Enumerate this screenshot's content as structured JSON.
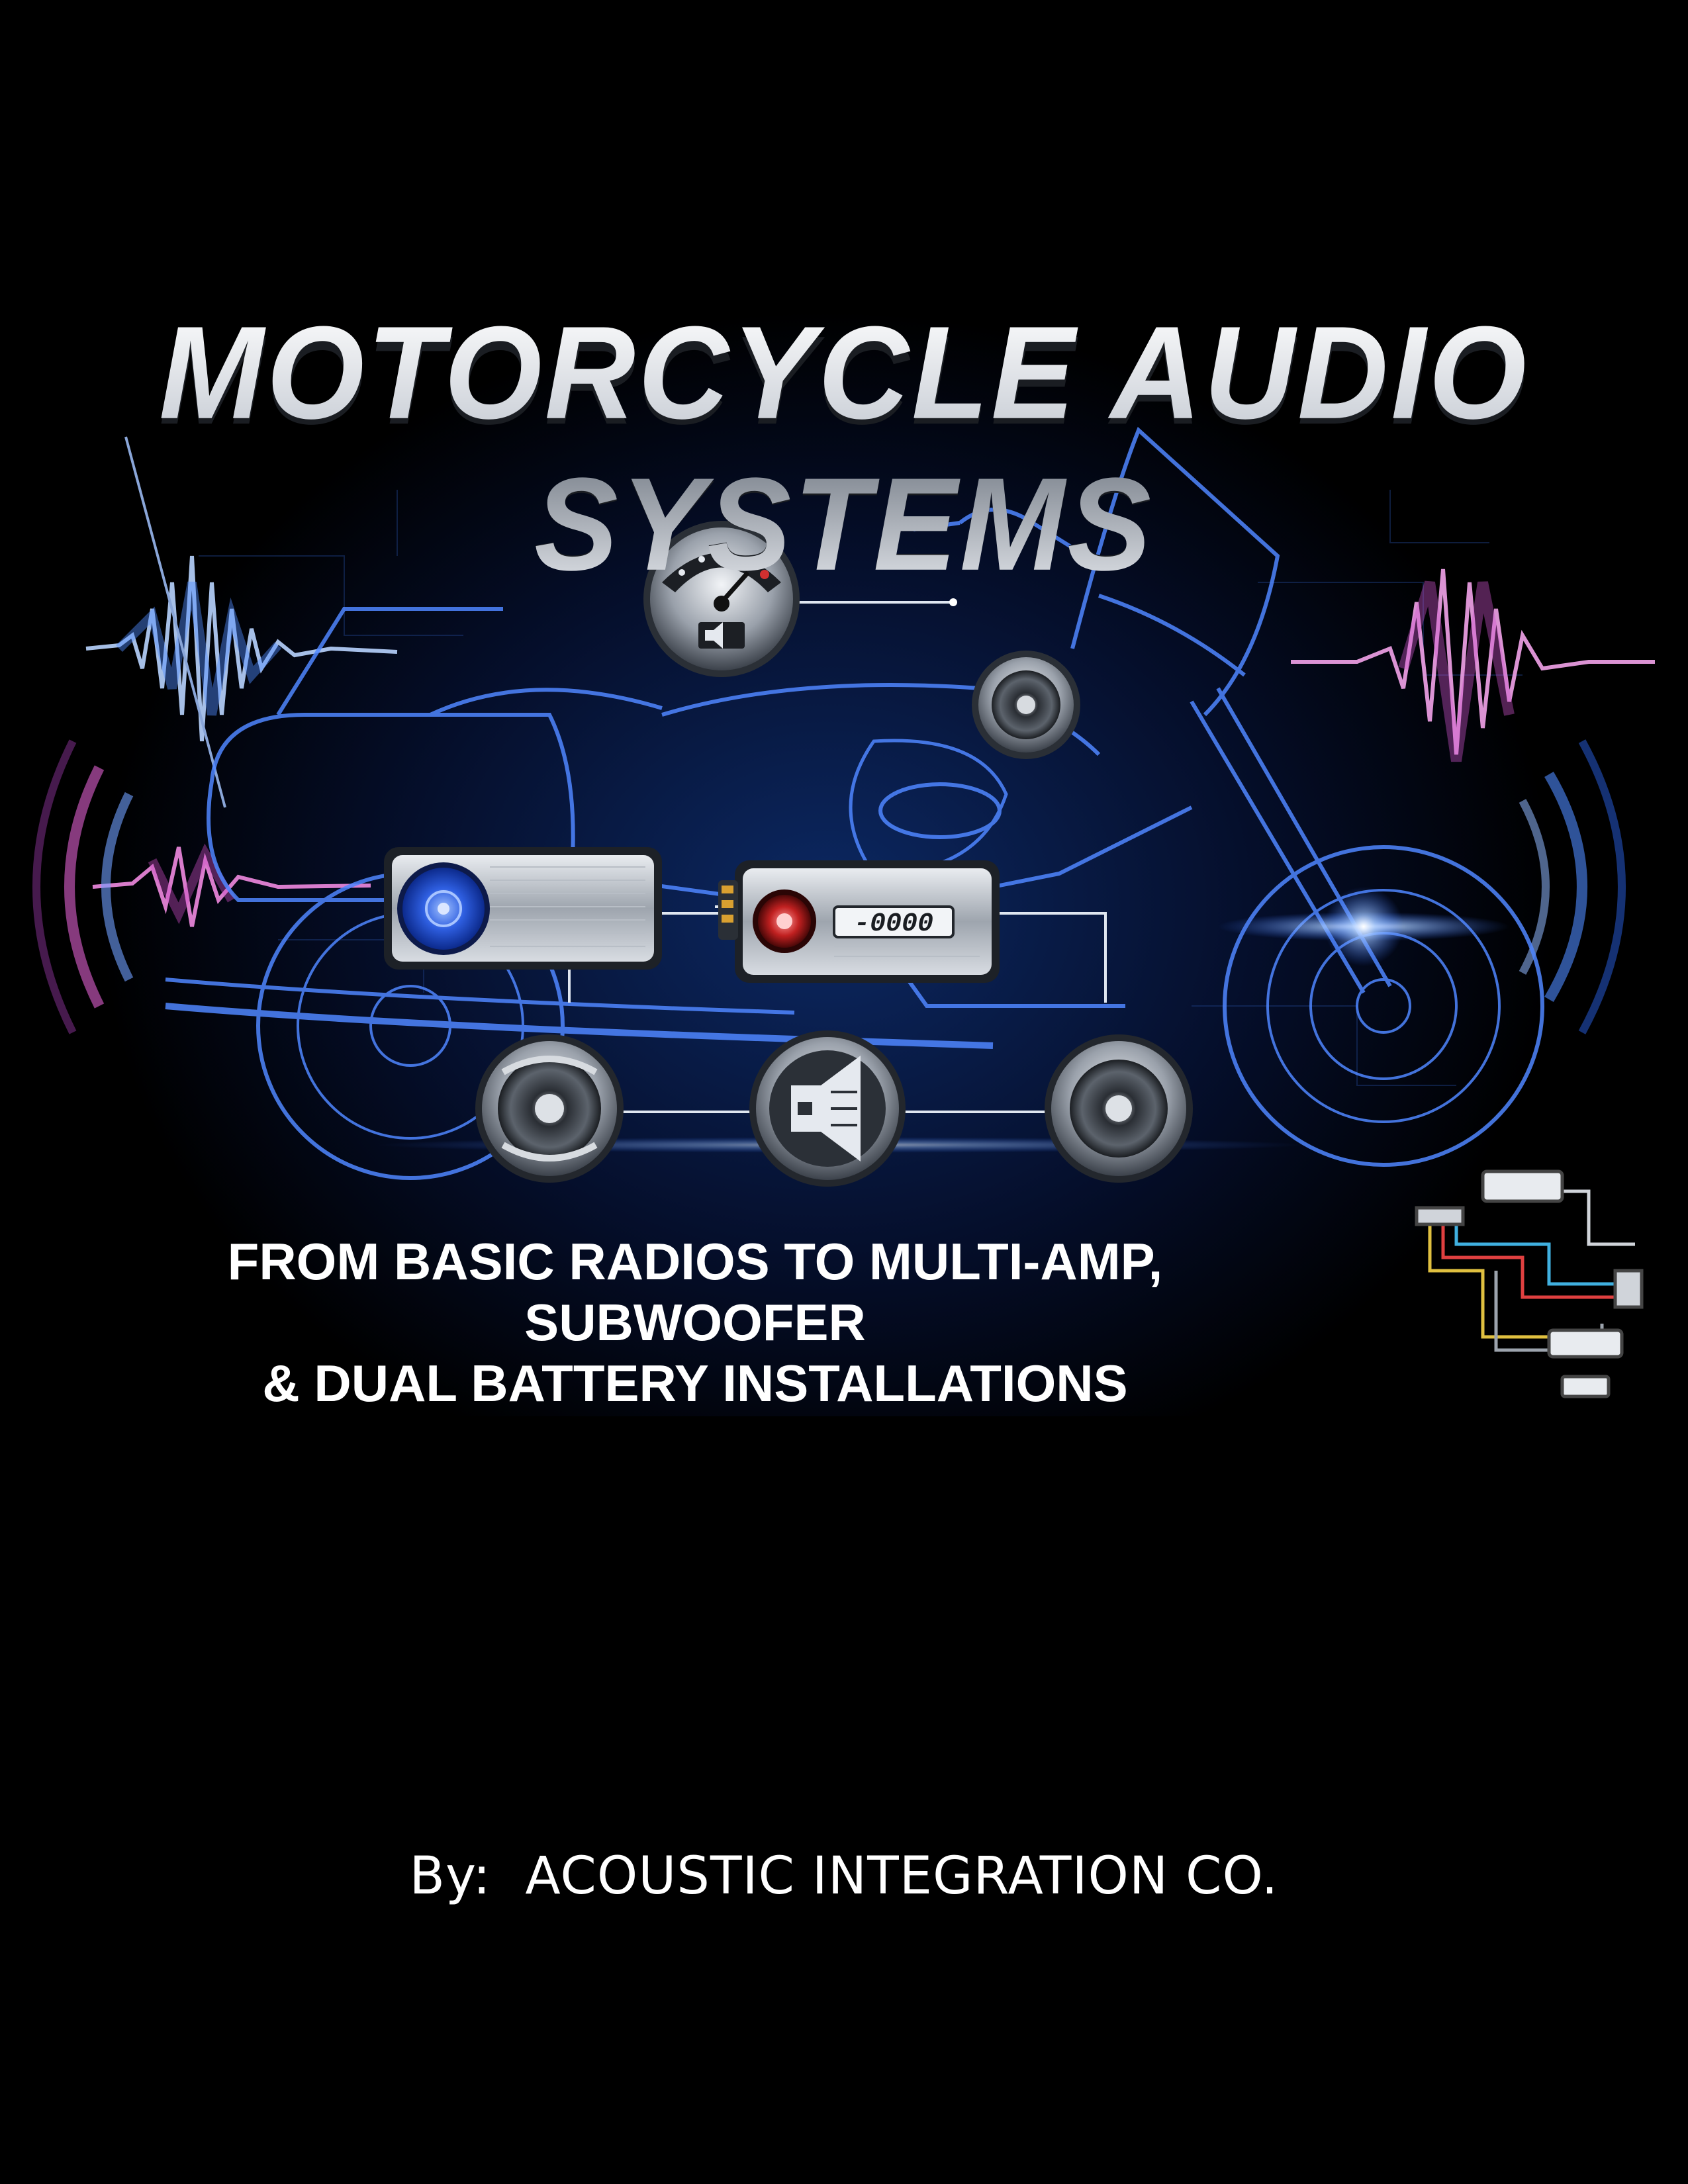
{
  "cover": {
    "title": "MOTORCYCLE AUDIO SYSTEMS",
    "subtitle_line1": "FROM BASIC RADIOS TO MULTI-AMP, SUBWOOFER",
    "subtitle_line2": "& DUAL BATTERY INSTALLATIONS",
    "amp_display": "-0000",
    "icons": [
      "gauge-icon",
      "speaker-icon",
      "amplifier-icon",
      "subwoofer-icon",
      "wiring-diagram-icon"
    ]
  },
  "author": {
    "prefix": "By:",
    "name": "ACOUSTIC INTEGRATION CO."
  },
  "colors": {
    "background": "#000000",
    "glow_blue": "#2f6dff",
    "glow_pink": "#e070d8",
    "text": "#ffffff"
  }
}
